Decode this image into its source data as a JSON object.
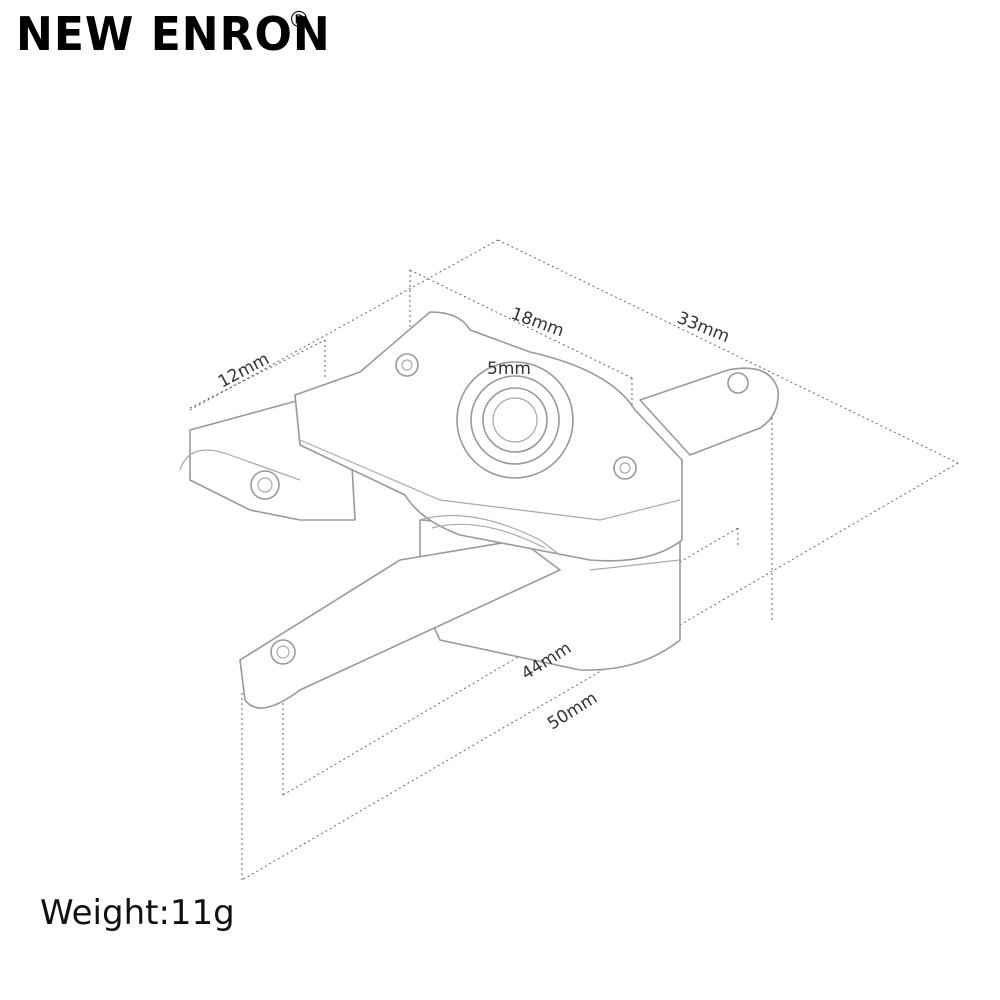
{
  "brand": {
    "name": "NEW ENRON",
    "registered": "®"
  },
  "dimensions": {
    "width_12": "12mm",
    "width_18": "18mm",
    "bore_5": "5mm",
    "depth_33": "33mm",
    "length_44": "44mm",
    "length_50": "50mm"
  },
  "weight_label": "Weight:11g"
}
